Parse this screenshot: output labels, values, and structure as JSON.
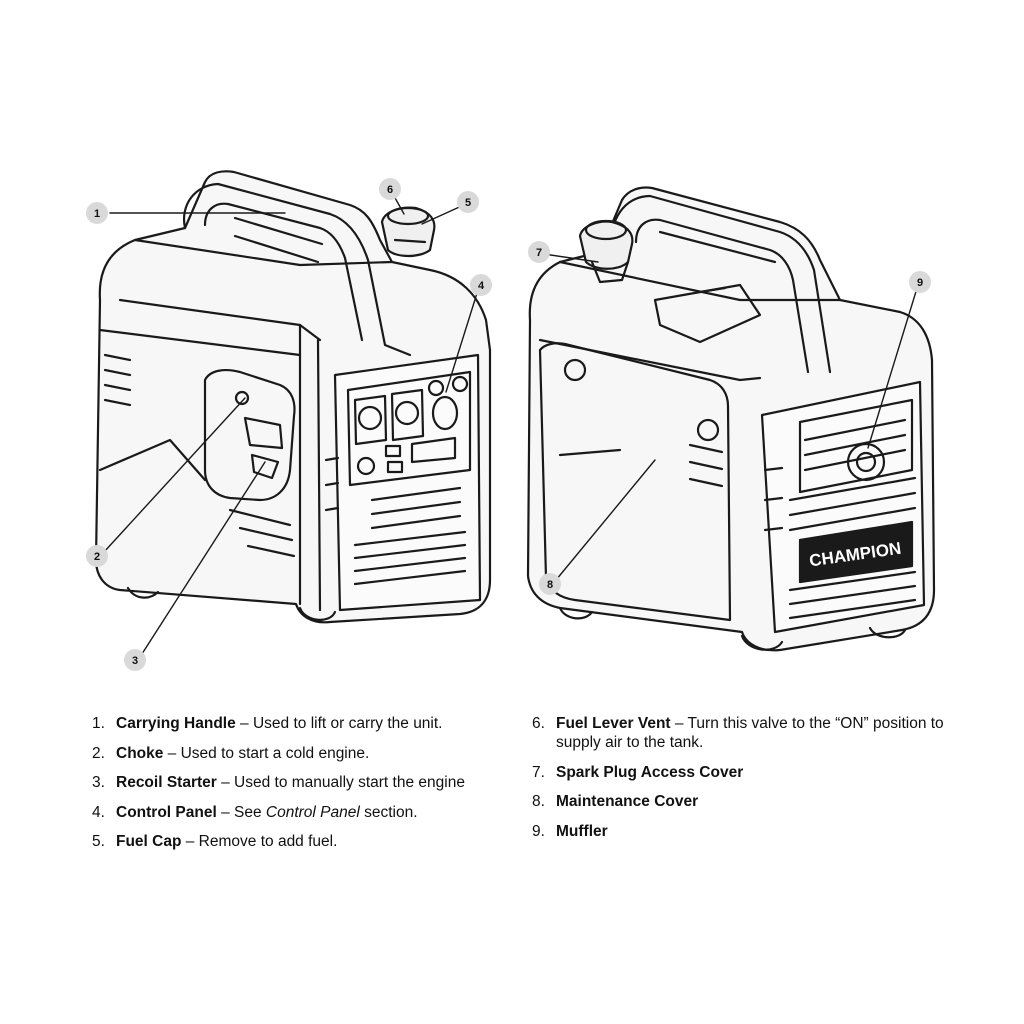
{
  "callouts": [
    "1",
    "2",
    "3",
    "4",
    "5",
    "6",
    "7",
    "8",
    "9"
  ],
  "legend_left": [
    {
      "num": "1.",
      "term": "Carrying Handle",
      "desc": " – Used to lift or carry the unit."
    },
    {
      "num": "2.",
      "term": "Choke",
      "desc": " – Used to start a cold engine."
    },
    {
      "num": "3.",
      "term": "Recoil Starter",
      "desc": " – Used to manually start the engine"
    },
    {
      "num": "4.",
      "term": "Control Panel",
      "desc_pre": " – See ",
      "desc_em": "Control Panel",
      "desc_post": " section."
    },
    {
      "num": "5.",
      "term": "Fuel Cap",
      "desc": " – Remove to add fuel."
    }
  ],
  "legend_right": [
    {
      "num": "6.",
      "term": "Fuel Lever Vent",
      "desc": " – Turn this valve to the “ON” position to supply air to the tank."
    },
    {
      "num": "7.",
      "term": "Spark Plug Access Cover",
      "desc": ""
    },
    {
      "num": "8.",
      "term": "Maintenance Cover",
      "desc": ""
    },
    {
      "num": "9.",
      "term": "Muffler",
      "desc": ""
    }
  ],
  "brand_logo": "CHAMPION",
  "colors": {
    "line": "#1a1a1a",
    "callout_fill": "#d9d9d9",
    "body_fill": "#f7f7f7"
  }
}
